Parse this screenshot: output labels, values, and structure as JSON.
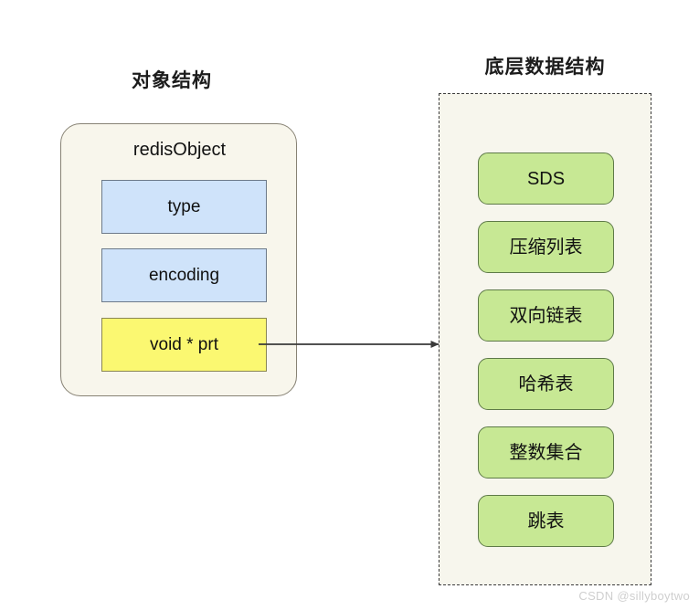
{
  "diagram": {
    "left_section": {
      "title": "对象结构",
      "card_title": "redisObject",
      "fields": [
        {
          "label": "type",
          "color": "#cfe3fa"
        },
        {
          "label": "encoding",
          "color": "#cfe3fa"
        },
        {
          "label": "void * prt",
          "color": "#fbf871"
        }
      ]
    },
    "right_section": {
      "title": "底层数据结构",
      "items": [
        {
          "label": "SDS"
        },
        {
          "label": "压缩列表"
        },
        {
          "label": "双向链表"
        },
        {
          "label": "哈希表"
        },
        {
          "label": "整数集合"
        },
        {
          "label": "跳表"
        }
      ]
    },
    "connector": {
      "name": "pointer-arrow",
      "from": "void * prt",
      "to": "底层数据结构",
      "color": "#3a3a3a"
    },
    "colors": {
      "card_fill": "#f8f6ec",
      "card_border": "#878274",
      "field_blue": "#cfe3fa",
      "field_yellow": "#fbf871",
      "field_border": "#6d7a8a",
      "structure_fill": "#c7e894",
      "structure_border": "#5e7a48",
      "dashed_border": "#3b3b3b",
      "background": "#ffffff"
    },
    "watermark": "CSDN @sillyboytwo"
  }
}
